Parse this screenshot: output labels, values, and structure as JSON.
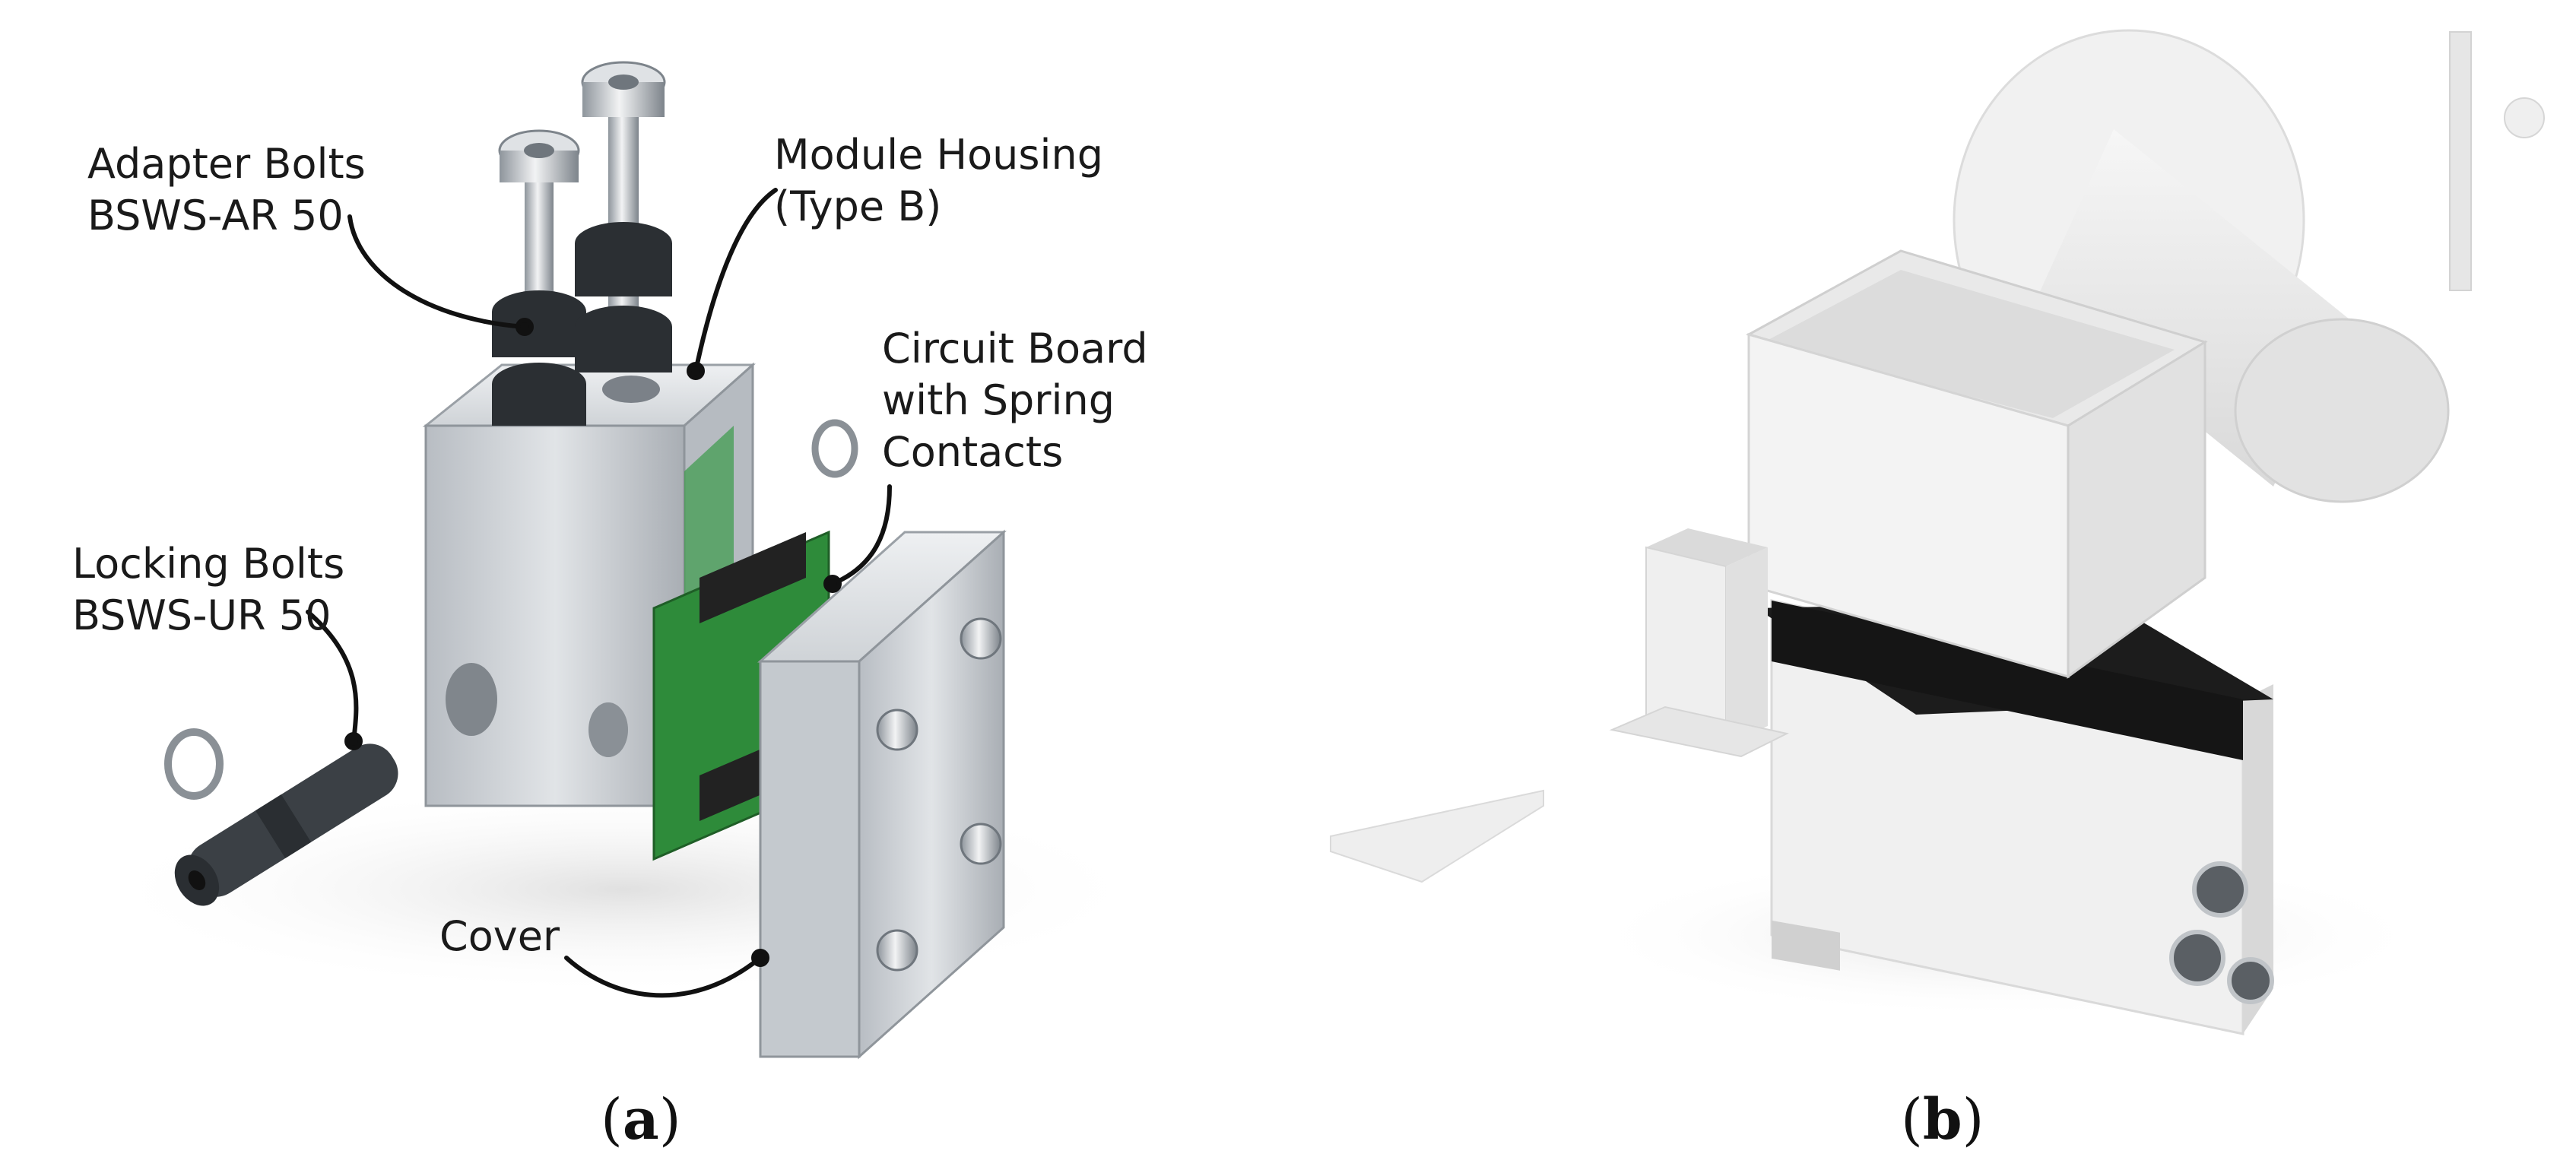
{
  "panel_a": {
    "labels": {
      "adapter_bolts": [
        "Adapter Bolts",
        "BSWS-AR 50"
      ],
      "module_housing": [
        "Module Housing",
        "(Type B)"
      ],
      "circuit_board": [
        "Circuit Board",
        "with Spring",
        "Contacts"
      ],
      "locking_bolts": [
        "Locking Bolts",
        "BSWS-UR 50"
      ],
      "cover": "Cover"
    },
    "caption": {
      "open": "(",
      "letter": "a",
      "close": ")"
    }
  },
  "panel_b": {
    "caption": {
      "open": "(",
      "letter": "b",
      "close": ")"
    }
  },
  "colors": {
    "aluminum": "#c9cdd2",
    "aluminum_dark": "#9aa0a6",
    "pcb_green": "#2e8b3a",
    "rubber": "#2b2f33",
    "white_model": "#eeeeee",
    "black_top": "#1c1c1c"
  }
}
